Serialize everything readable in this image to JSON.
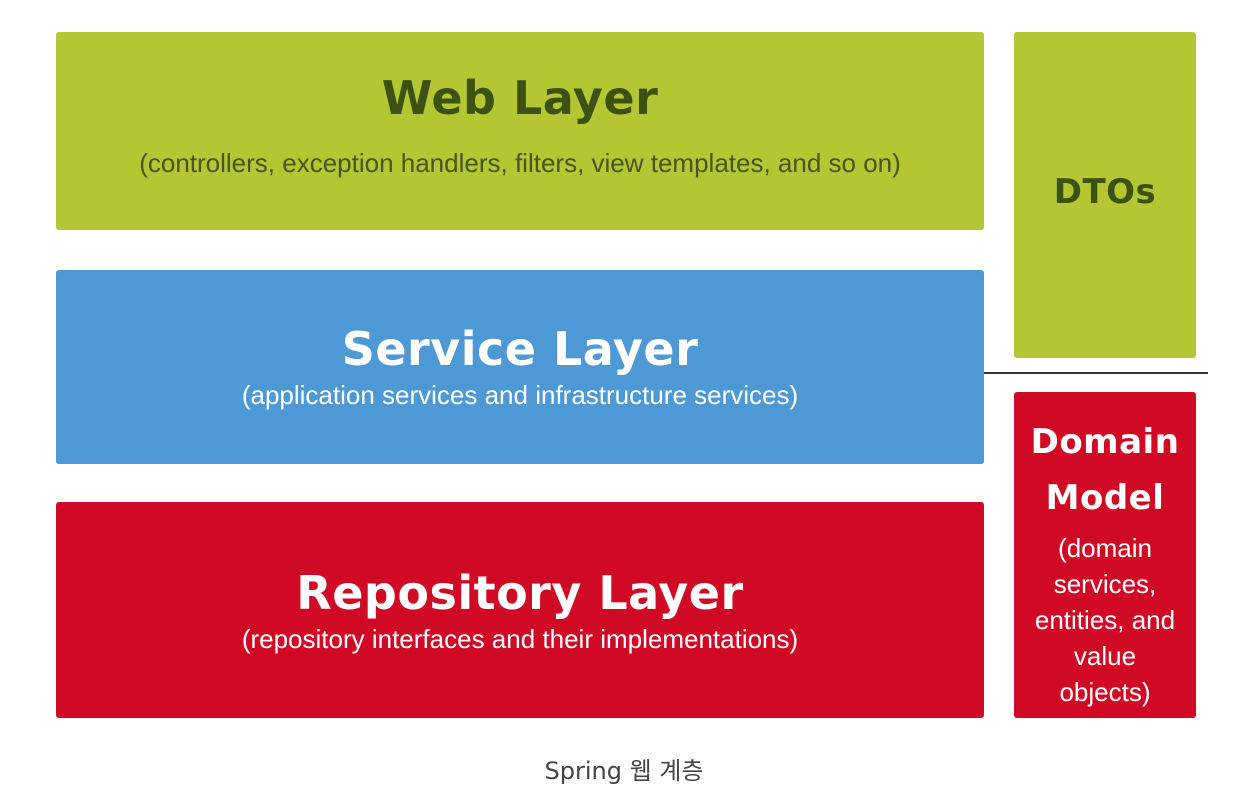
{
  "colors": {
    "web_bg": "#b4c632",
    "web_title": "#3d5212",
    "web_sub": "#4a5520",
    "service_bg": "#4d99d6",
    "service_text": "#ffffff",
    "repository_bg": "#d00a24",
    "repository_text": "#ffffff",
    "dtos_bg": "#b4c632",
    "dtos_text": "#3d5212",
    "domain_bg": "#d00a24",
    "domain_text": "#ffffff",
    "caption_text": "#444444"
  },
  "web_layer": {
    "title": "Web Layer",
    "subtitle": "(controllers, exception handlers, filters, view templates, and so on)"
  },
  "service_layer": {
    "title": "Service Layer",
    "subtitle": "(application services and infrastructure services)"
  },
  "repository_layer": {
    "title": "Repository Layer",
    "subtitle": "(repository interfaces and their implementations)"
  },
  "dtos": {
    "title": "DTOs"
  },
  "domain_model": {
    "title": "Domain\nModel",
    "subtitle": "(domain\nservices,\nentities, and\nvalue\nobjects)"
  },
  "caption": "Spring 웹 계층"
}
